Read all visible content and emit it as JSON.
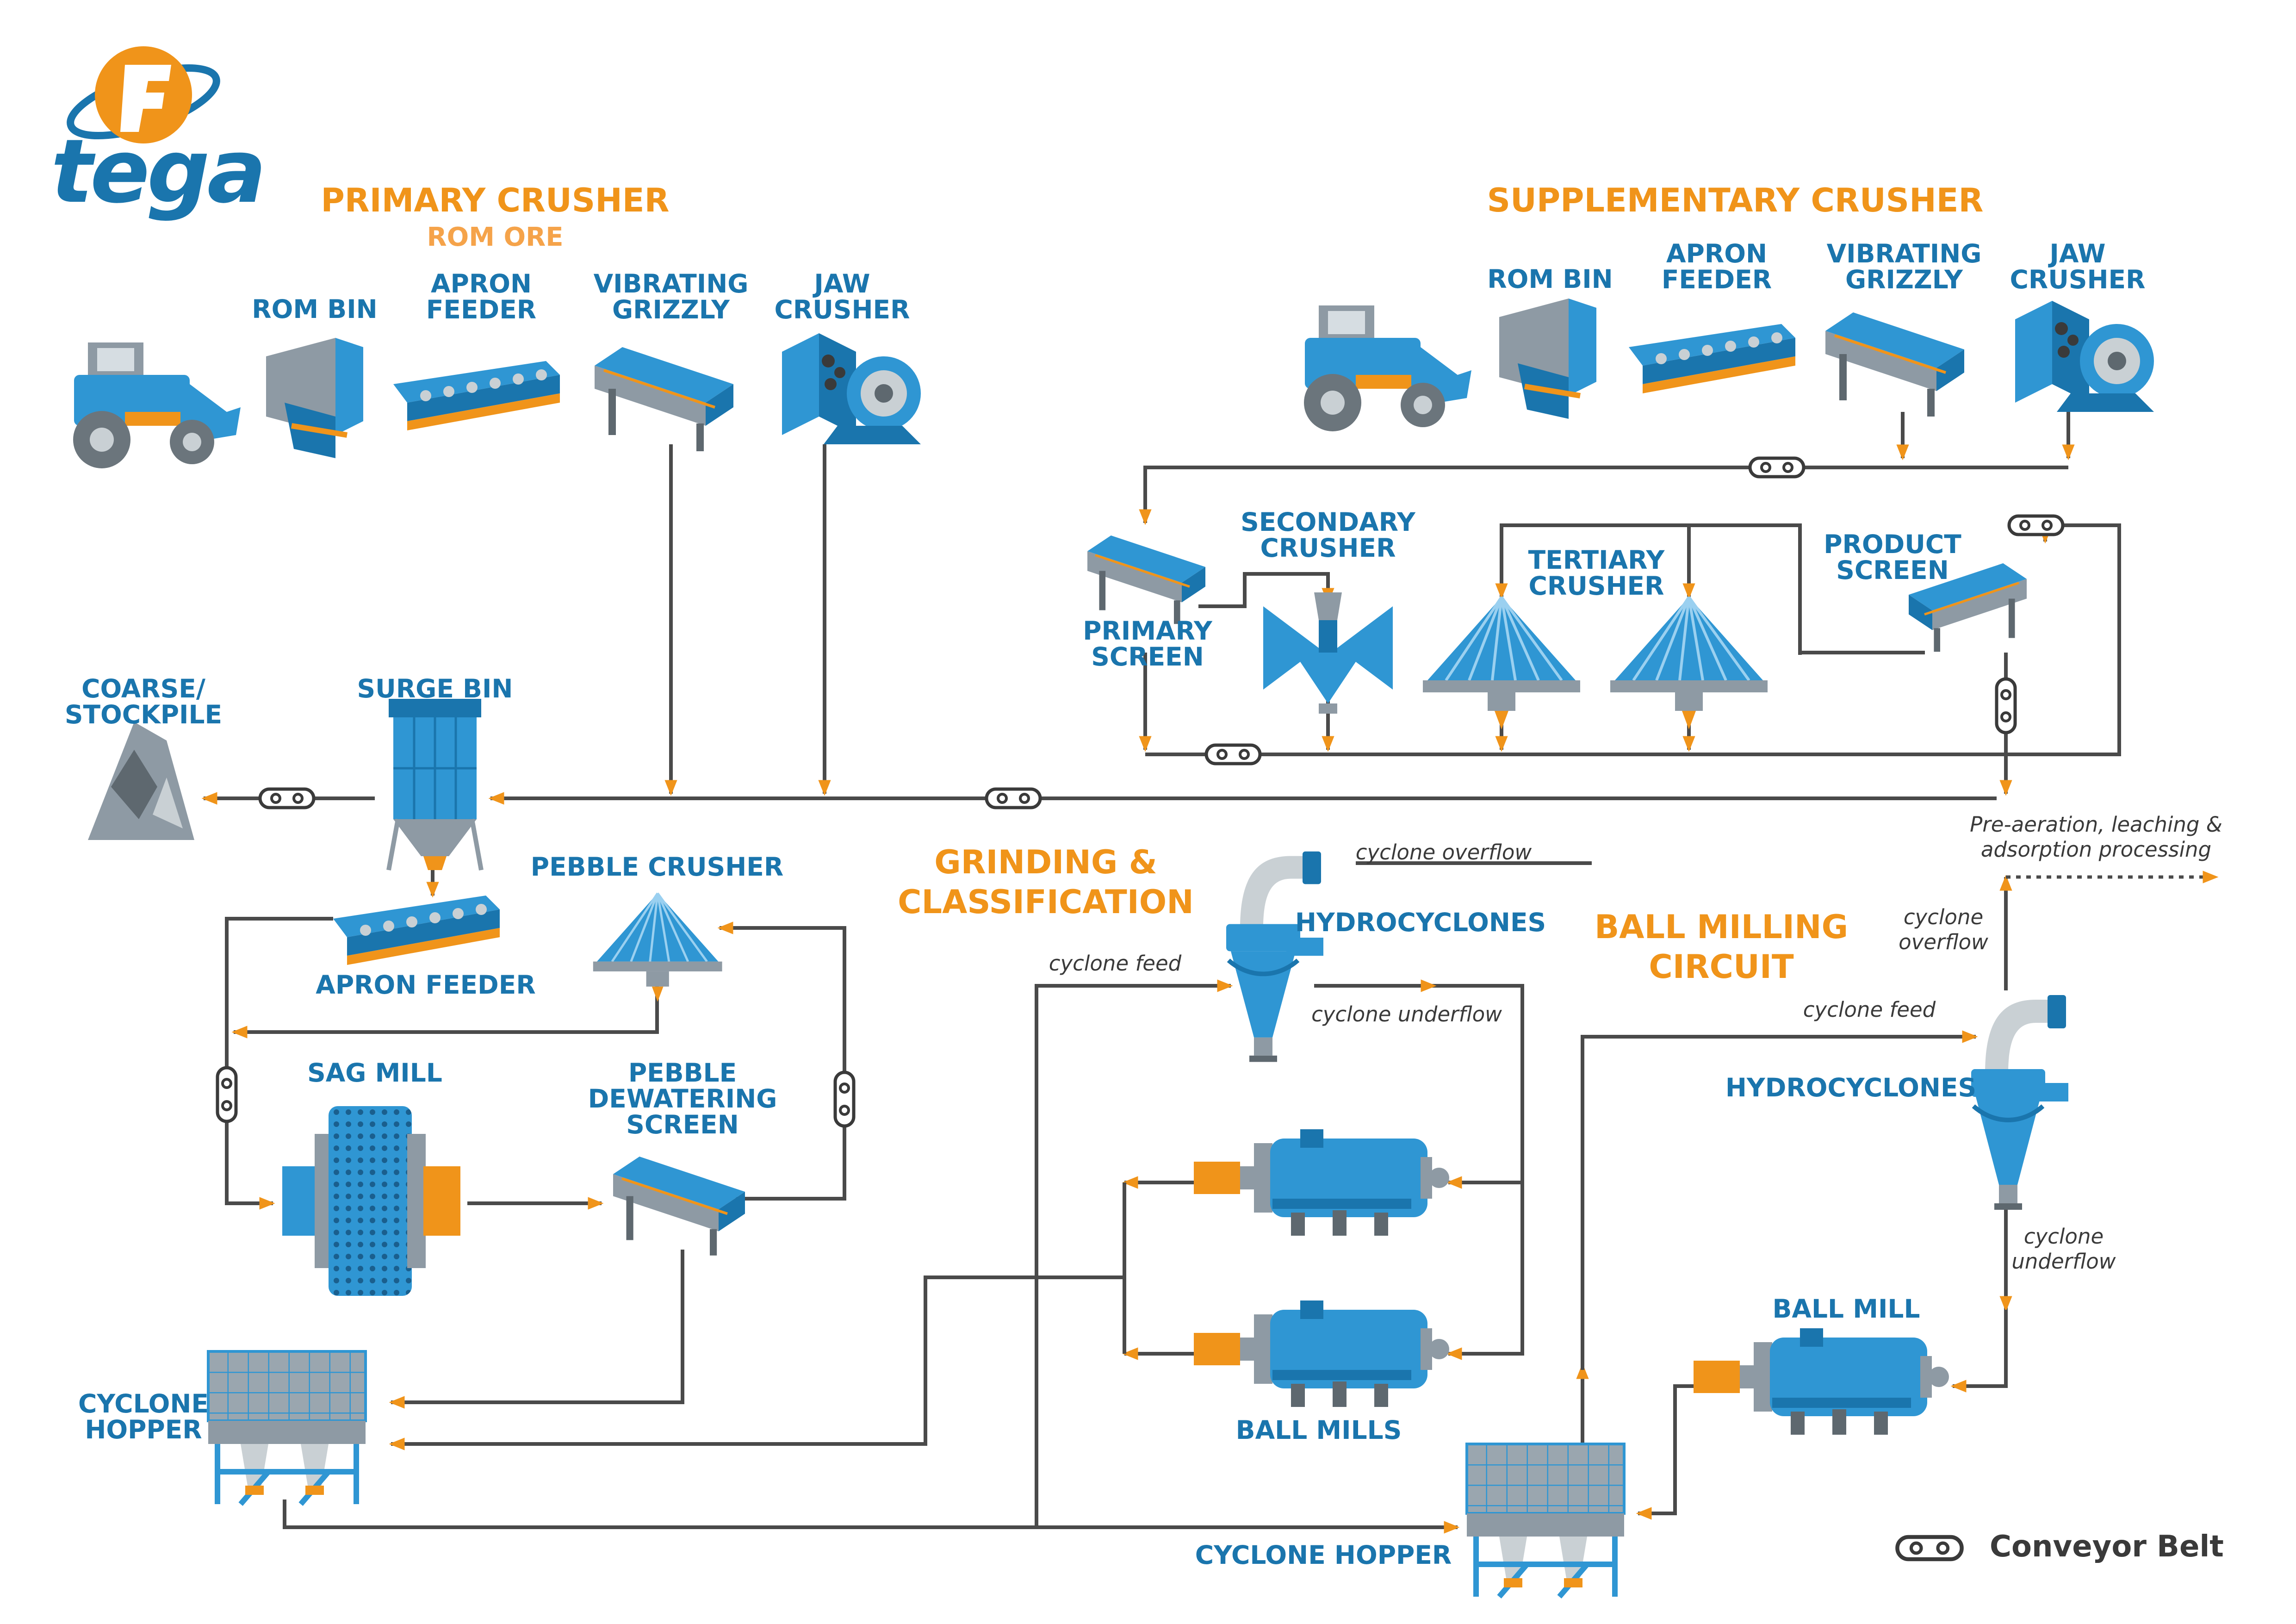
{
  "brand": {
    "name": "tega",
    "orange": "#f0941a",
    "blue": "#1a75ad"
  },
  "colors": {
    "line": "#4a4a4a",
    "arrow": "#f0941a",
    "equipment_blue": "#2f96d3",
    "equipment_grey": "#8e9aa4"
  },
  "sections": {
    "primary": {
      "title": "PRIMARY CRUSHER",
      "subtitle": "ROM ORE"
    },
    "supplementary": {
      "title": "SUPPLEMENTARY CRUSHER"
    },
    "grinding": {
      "title": "GRINDING &\nCLASSIFICATION"
    },
    "ball_milling": {
      "title": "BALL MILLING\nCIRCUIT"
    }
  },
  "labels": {
    "p_rom_bin": "ROM BIN",
    "p_apron_feeder": "APRON\nFEEDER",
    "p_vibrating_grizzly": "VIBRATING\nGRIZZLY",
    "p_jaw_crusher": "JAW\nCRUSHER",
    "s_rom_bin": "ROM BIN",
    "s_apron_feeder": "APRON\nFEEDER",
    "s_vibrating_grizzly": "VIBRATING\nGRIZZLY",
    "s_jaw_crusher": "JAW\nCRUSHER",
    "primary_screen": "PRIMARY\nSCREEN",
    "secondary_crusher": "SECONDARY\nCRUSHER",
    "tertiary_crusher": "TERTIARY\nCRUSHER",
    "product_screen": "PRODUCT\nSCREEN",
    "coarse_stockpile": "COARSE/\nSTOCKPILE",
    "surge_bin": "SURGE BIN",
    "apron_feeder_2": "APRON FEEDER",
    "pebble_crusher": "PEBBLE CRUSHER",
    "sag_mill": "SAG MILL",
    "pebble_dewatering": "PEBBLE\nDEWATERING\nSCREEN",
    "cyclone_hopper_1": "CYCLONE\nHOPPER",
    "hydrocyclones_1": "HYDROCYCLONES",
    "ball_mills": "BALL MILLS",
    "cyclone_hopper_2": "CYCLONE HOPPER",
    "hydrocyclones_2": "HYDROCYCLONES",
    "ball_mill": "BALL MILL"
  },
  "notes": {
    "cyclone_overflow_1": "cyclone overflow",
    "cyclone_feed_1": "cyclone feed",
    "cyclone_underflow_1": "cyclone underflow",
    "pre_aeration": "Pre-aeration, leaching &\nadsorption processing",
    "cyclone_overflow_2": "cyclone\noverflow",
    "cyclone_feed_2": "cyclone feed",
    "cyclone_underflow_2": "cyclone\nunderflow"
  },
  "legend": {
    "conveyor_belt": "Conveyor Belt"
  }
}
